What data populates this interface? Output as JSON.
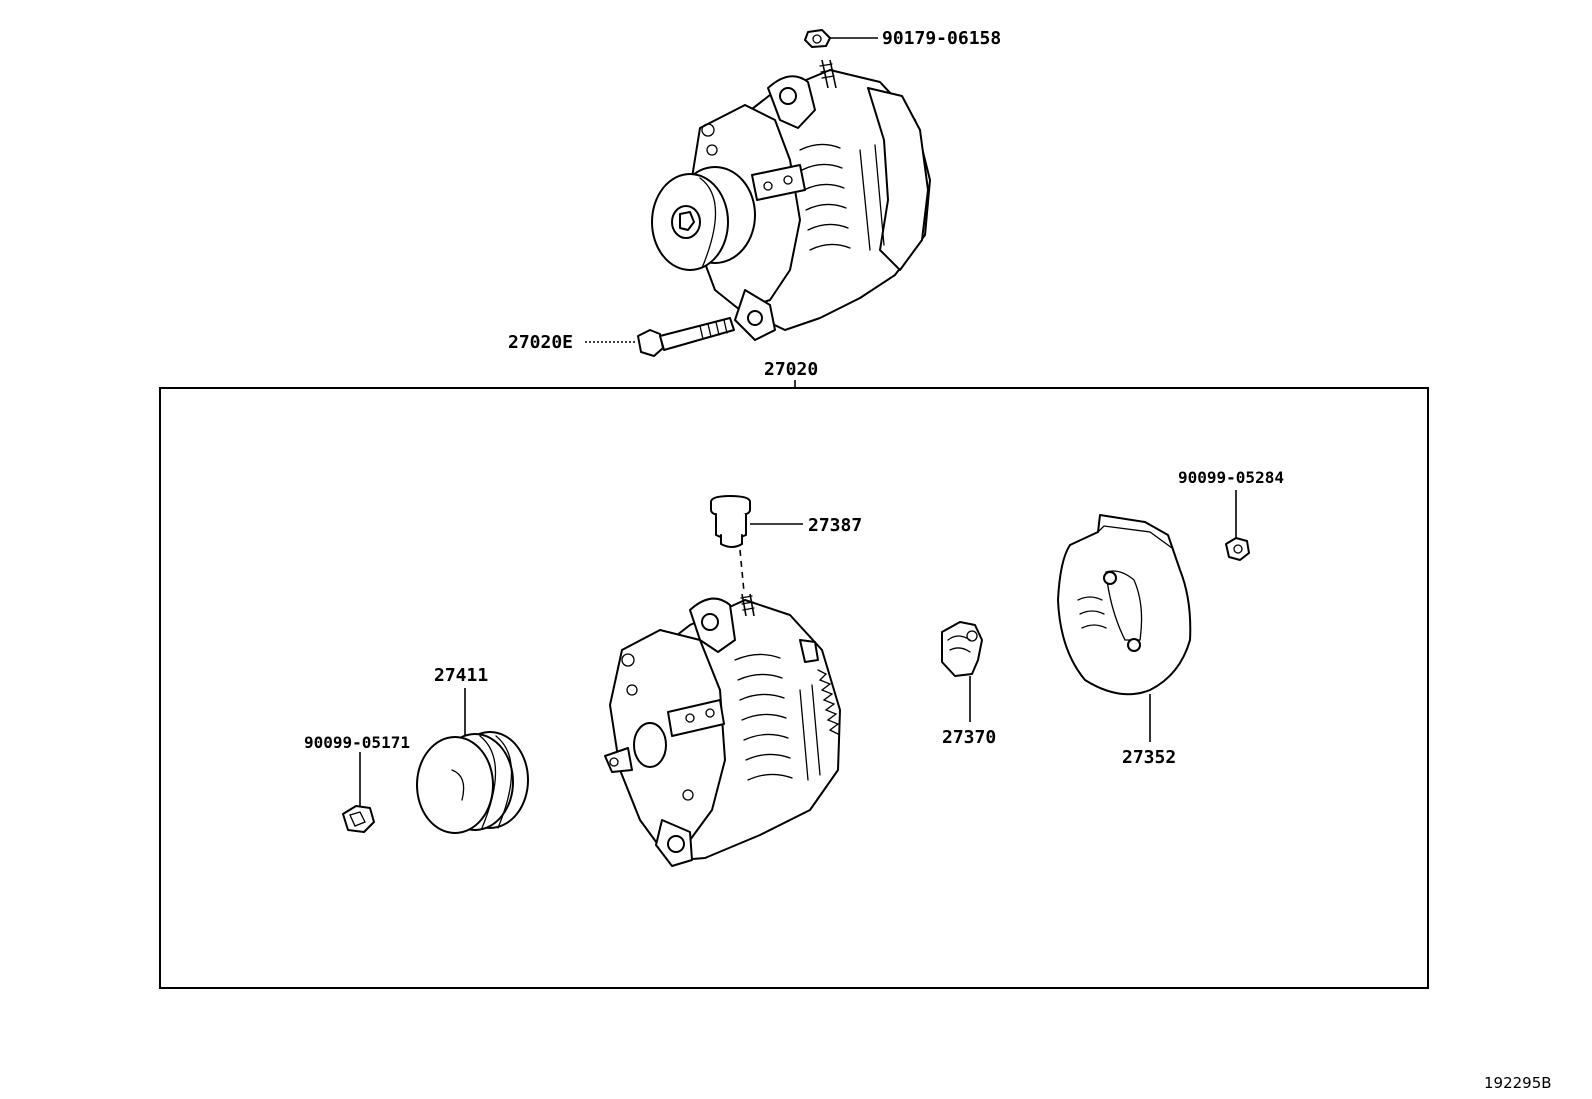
{
  "labels": {
    "nut_top": "90179-06158",
    "bolt": "27020E",
    "assembly": "27020",
    "terminal_insulator": "27387",
    "nut_cover": "90099-05284",
    "pulley": "27411",
    "nut_pulley": "90099-05171",
    "brush_holder": "27370",
    "rear_cover": "27352"
  },
  "figure_code": "192295B"
}
